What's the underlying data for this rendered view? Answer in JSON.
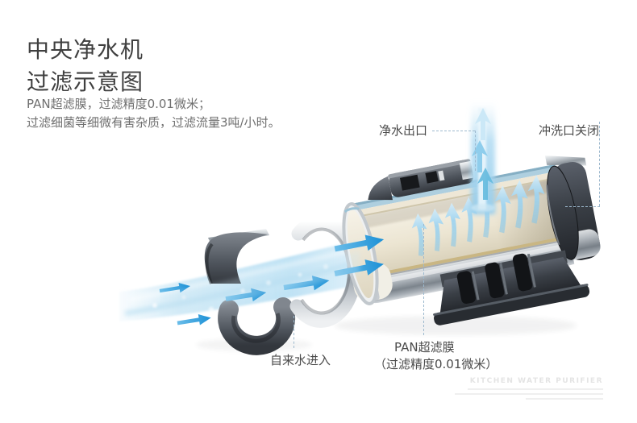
{
  "page": {
    "background": "#ffffff"
  },
  "header": {
    "title_line1": "中央净水机",
    "title_line2": "过滤示意图",
    "desc_line1": "PAN超滤膜，过滤精度0.01微米；",
    "desc_line2": "过滤细菌等细微有害杂质，过滤流量3吨/小时。"
  },
  "callouts": {
    "outlet": {
      "label": "净水出口"
    },
    "flush": {
      "label": "冲洗口关闭"
    },
    "inlet": {
      "label": "自来水进入"
    },
    "membrane": {
      "label": "PAN超滤膜",
      "sublabel": "（过滤精度0.01微米）"
    }
  },
  "watermark": {
    "line1": "KITCHEN WATER PURIFIER"
  },
  "illustration": {
    "parts": [
      "tap-water-stream",
      "inlet-clamp-upper",
      "inlet-clamp-lower",
      "clamp-collar-ring",
      "filter-housing-cutaway",
      "pan-membrane-interior",
      "top-bracket",
      "mounting-bracket",
      "flush-end-cap",
      "purified-water-jet",
      "flow-arrows"
    ]
  },
  "colors": {
    "accent_blue": "#2b9fe0",
    "water_light": "#cfe8f5",
    "membrane_cream": "#efe8d8",
    "metal_light": "#d7dbdf",
    "metal_dark": "#4a4f56",
    "text_dark": "#3f3f3f",
    "text_gray": "#6f6f6f",
    "leader_line": "#9db9ce"
  }
}
